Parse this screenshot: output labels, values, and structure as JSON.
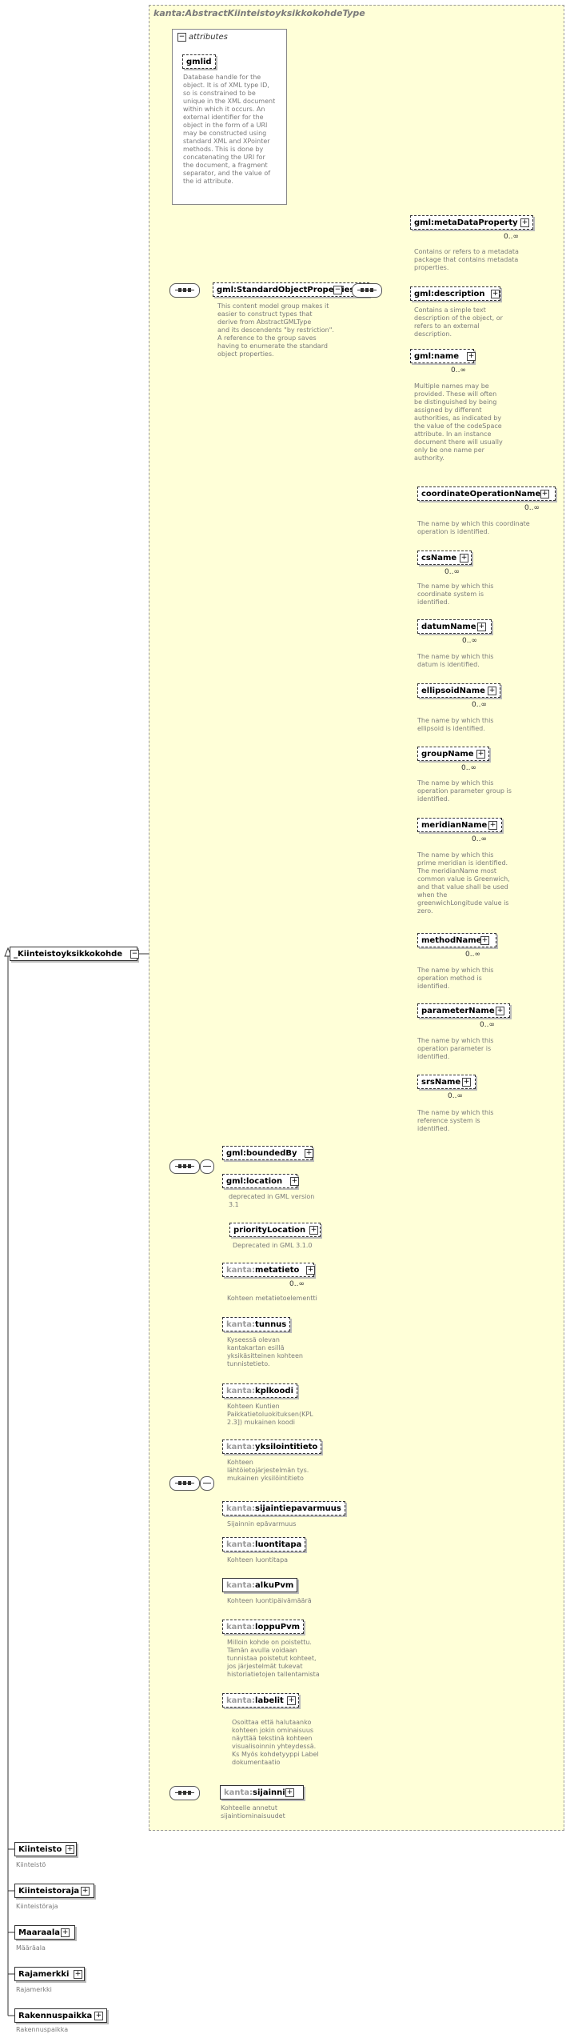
{
  "group": {
    "title": "kanta:AbstractKiinteistoyksikkokohdeType"
  },
  "attributes": {
    "title": "attributes",
    "gmlid": {
      "label": "gmlid",
      "desc": "Database handle for the\nobject.  It is of XML type ID,\nso is constrained to be\nunique in the XML document\nwithin which it occurs.  An\nexternal identifier for the\nobject in the form of a URI\nmay be constructed using\nstandard XML and XPointer\nmethods.  This is done by\nconcatenating the URI for\nthe document, a fragment\nseparator, and the value of\nthe id attribute."
    }
  },
  "root": {
    "label": "_Kiinteistoyksikkokohde"
  },
  "std_group": {
    "label": "gml:StandardObjectProperties",
    "desc": "This content model group makes it\neasier to construct types that\n     derive from AbstractGMLType\nand its descendents \"by restriction\".\n     A reference to the group saves\nhaving to enumerate the standard\nobject properties."
  },
  "std_items": [
    {
      "label": "gml:metaDataProperty",
      "mult": "0..∞",
      "desc": "Contains or refers to a metadata\npackage that contains metadata\nproperties."
    },
    {
      "label": "gml:description",
      "mult": "",
      "desc": "Contains a simple text\ndescription of the object, or\nrefers to an external\ndescription."
    },
    {
      "label": "gml:name",
      "mult": "0..∞",
      "desc": "Multiple names may be\nprovided.  These will often\nbe distinguished by being\nassigned by different\nauthorities, as indicated by\nthe value of the codeSpace\nattribute.  In an instance\ndocument there will usually\nonly be one name per\nauthority."
    },
    {
      "label": "coordinateOperationName",
      "mult": "0..∞",
      "desc": "The name by which this coordinate\noperation is identified."
    },
    {
      "label": "csName",
      "mult": "0..∞",
      "desc": "The name by which this\ncoordinate system is\nidentified."
    },
    {
      "label": "datumName",
      "mult": "0..∞",
      "desc": "The name by which this\ndatum is identified."
    },
    {
      "label": "ellipsoidName",
      "mult": "0..∞",
      "desc": "The name by which this\nellipsoid is identified."
    },
    {
      "label": "groupName",
      "mult": "0..∞",
      "desc": "The name by which this\noperation parameter group is\nidentified."
    },
    {
      "label": "meridianName",
      "mult": "0..∞",
      "desc": "The name by which this\nprime meridian is identified.\nThe meridianName most\ncommon value is Greenwich,\nand that value shall be used\nwhen the\ngreenwichLongitude value is\nzero."
    },
    {
      "label": "methodName",
      "mult": "0..∞",
      "desc": "The name by which this\noperation method is\nidentified."
    },
    {
      "label": "parameterName",
      "mult": "0..∞",
      "desc": "The name by which this\noperation parameter is\nidentified."
    },
    {
      "label": "srsName",
      "mult": "0..∞",
      "desc": "The name by which this\nreference system is\nidentified."
    }
  ],
  "bound": {
    "boundedBy": {
      "label": "gml:boundedBy"
    },
    "location": {
      "label": "gml:location",
      "desc": "deprecated in GML version\n3.1"
    },
    "priorityLocation": {
      "label": "priorityLocation",
      "desc": "Deprecated in GML 3.1.0"
    }
  },
  "kanta_items": [
    {
      "pfx": "kanta:",
      "name": "metatieto",
      "mult": "0..∞",
      "desc": "Kohteen metatietoelementti"
    },
    {
      "pfx": "kanta:",
      "name": "tunnus",
      "mult": "",
      "desc": "Kyseessä olevan\nkantakartan esillä\nyksikäsitteinen kohteen\ntunnistetieto."
    },
    {
      "pfx": "kanta:",
      "name": "kplkoodi",
      "mult": "",
      "desc": "Kohteen Kuntien\nPaikkatietoluokituksen(KPL\n2.3]) mukainen koodi"
    },
    {
      "pfx": "kanta:",
      "name": "yksilointitieto",
      "mult": "",
      "desc": "Kohteen\nlähtöietojärjestelmän  tys.\nmukainen yksilöintitieto"
    },
    {
      "pfx": "kanta:",
      "name": "sijaintiepavarmuus",
      "mult": "",
      "desc": "Sijainnin epävarmuus"
    },
    {
      "pfx": "kanta:",
      "name": "luontitapa",
      "mult": "",
      "desc": "Kohteen luontitapa"
    },
    {
      "pfx": "kanta:",
      "name": "alkuPvm",
      "mult": "",
      "desc": "Kohteen luontipäivämäärä"
    },
    {
      "pfx": "kanta:",
      "name": "loppuPvm",
      "mult": "",
      "desc": "Milloin kohde on poistettu.\nTämän avulla voidaan\ntunnistaa poistetut kohteet,\njos järjestelmät tukevat\nhistoriatietojen tallentamista"
    },
    {
      "pfx": "kanta:",
      "name": "labelit",
      "mult": "",
      "desc": "Osoittaa että halutaanko\nkohteen jokin ominaisuus\nnäyttää tekstinä kohteen\nvisualisoinnin yhteydessä.\n  Ks Myös kohdetyyppi Label\ndokumentaatio"
    }
  ],
  "sijainnit": {
    "pfx": "kanta:",
    "name": "sijainnit",
    "desc": "Kohteelle annetut\nsijaintiominaisuudet"
  },
  "subtypes": [
    {
      "label": "Kiinteisto",
      "desc": "Kiinteistö"
    },
    {
      "label": "Kiinteistoraja",
      "desc": "Kiinteistöraja"
    },
    {
      "label": "Maaraala",
      "desc": "Määräala"
    },
    {
      "label": "Rajamerkki",
      "desc": "Rajamerkki"
    },
    {
      "label": "Rakennuspaikka",
      "desc": "Rakennuspaikka"
    }
  ]
}
